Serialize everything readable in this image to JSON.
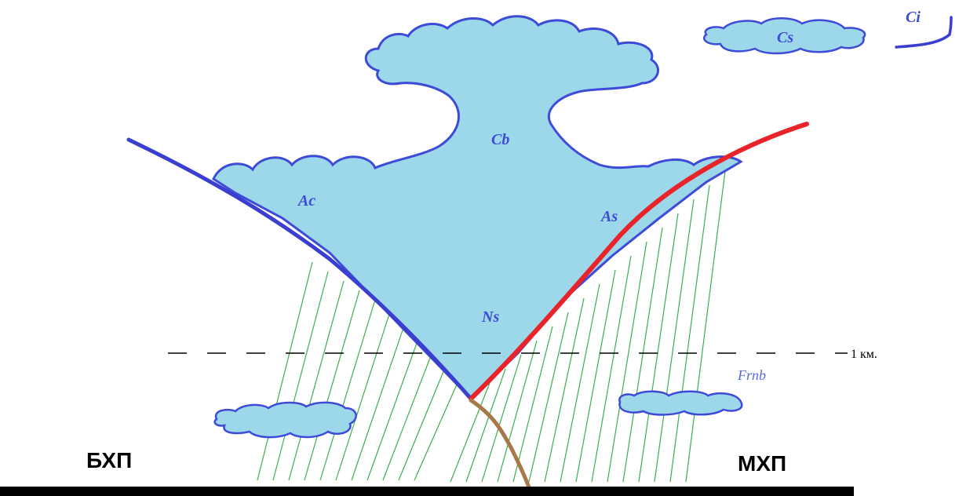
{
  "labels": {
    "cb": "Cb",
    "ac": "Ac",
    "as": "As",
    "ns": "Ns",
    "cs": "Cs",
    "ci": "Ci",
    "frnb": "Frnb",
    "km": "1 км.",
    "left_air": "БХП",
    "right_air": "МХП"
  },
  "colors": {
    "cloud_fill": "#9dd7ea",
    "cloud_outline": "#3d4bd8",
    "cold_front": "#3a3fd0",
    "warm_front": "#e8232a",
    "ground_front": "#a8774a",
    "precipitation": "#36b24a",
    "ground": "#000000"
  }
}
